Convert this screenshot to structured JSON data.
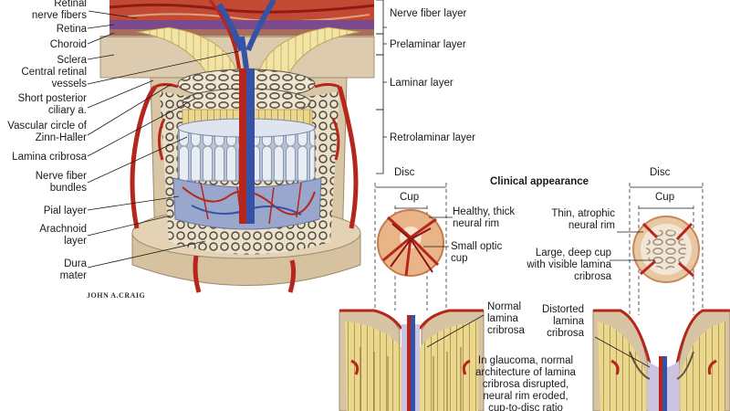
{
  "left_labels": {
    "retinal_nerve_fibers": [
      "Retinal",
      "nerve fibers"
    ],
    "retina": "Retina",
    "choroid": "Choroid",
    "sclera": "Sclera",
    "central_retinal_vessels": [
      "Central retinal",
      "vessels"
    ],
    "short_posterior_ciliary": [
      "Short posterior",
      "ciliary a."
    ],
    "vascular_circle": [
      "Vascular circle of",
      "Zinn-Haller"
    ],
    "lamina_cribrosa": "Lamina cribrosa",
    "nerve_fiber_bundles": [
      "Nerve fiber",
      "bundles"
    ],
    "pial_layer": "Pial layer",
    "arachnoid_layer": [
      "Arachnoid",
      "layer"
    ],
    "dura_mater": [
      "Dura",
      "mater"
    ]
  },
  "layer_labels": {
    "nerve_fiber_layer": "Nerve fiber layer",
    "prelaminar_layer": "Prelaminar layer",
    "laminar_layer": "Laminar layer",
    "retrolaminar_layer": "Retrolaminar layer"
  },
  "clinical": {
    "title": "Clinical appearance",
    "disc": "Disc",
    "cup": "Cup",
    "normal_rim": [
      "Healthy, thick",
      "neural rim"
    ],
    "small_cup": [
      "Small optic",
      "cup"
    ],
    "atrophic_rim": [
      "Thin, atrophic",
      "neural rim"
    ],
    "large_cup": [
      "Large, deep cup",
      "with visible lamina",
      "cribrosa"
    ],
    "normal_lamina": [
      "Normal",
      "lamina",
      "cribrosa"
    ],
    "distorted_lamina": [
      "Distorted",
      "lamina",
      "cribrosa"
    ],
    "glaucoma_note": [
      "In glaucoma, normal",
      "architecture of lamina",
      "cribrosa disrupted,",
      "neural rim eroded,",
      "cup-to-disc ratio"
    ]
  },
  "signature": "JOHN A.CRAIG",
  "colors": {
    "artery": "#b5261c",
    "vein": "#3552a6",
    "nerve": "#e9d98a",
    "sclera": "#d8c7a8",
    "lamina": "#8a7a68",
    "text": "#1a1a1a"
  }
}
